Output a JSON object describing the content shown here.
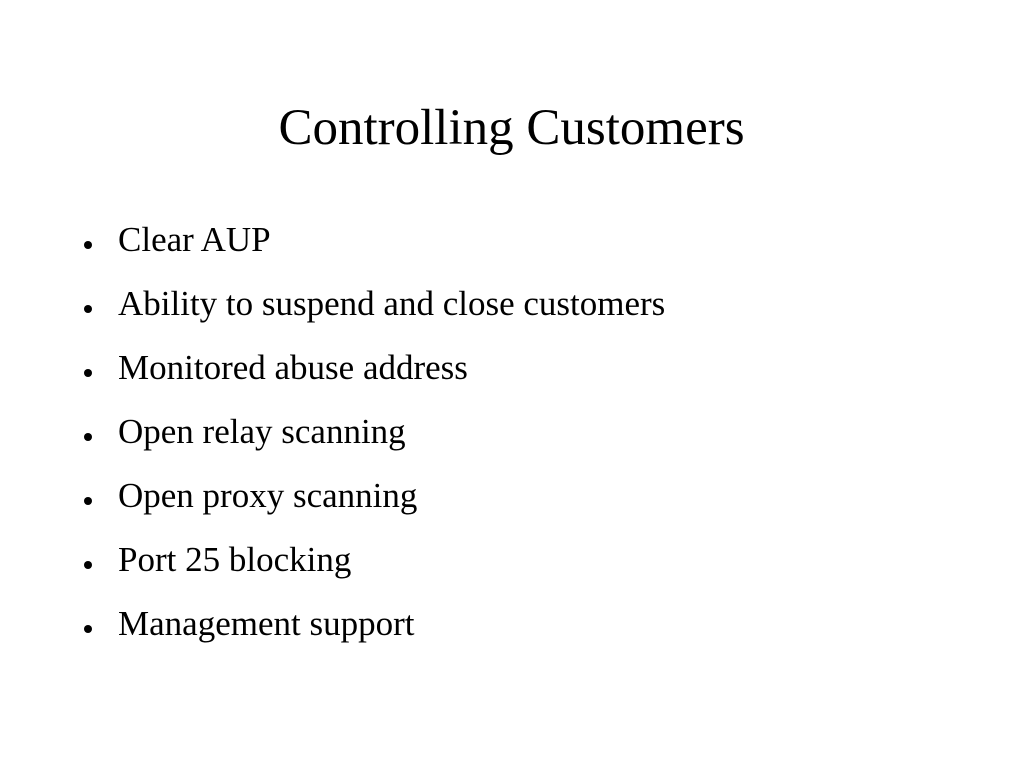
{
  "slide": {
    "title": "Controlling Customers",
    "bullets": [
      "Clear AUP",
      "Ability to suspend and close customers",
      "Monitored abuse address",
      "Open relay scanning",
      "Open proxy scanning",
      "Port 25 blocking",
      "Management support"
    ]
  },
  "colors": {
    "background": "#ffffff",
    "text": "#000000"
  }
}
